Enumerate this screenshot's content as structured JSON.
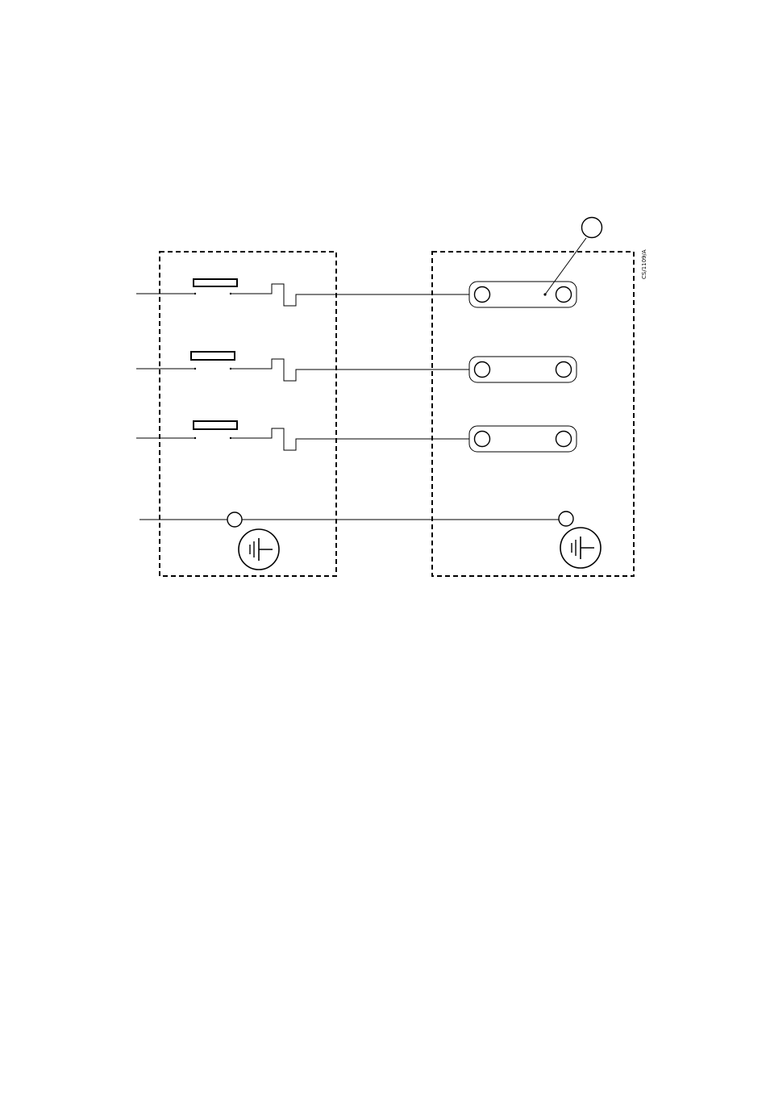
{
  "figure": {
    "reference_code": "CS/1109/A"
  },
  "colors": {
    "stroke": "#000000",
    "background": "#ffffff"
  },
  "diagram": {
    "left_unit": {
      "fuse_count": 3,
      "has_earth_terminal": true,
      "border": "dashed"
    },
    "right_unit": {
      "terminal_block_count": 3,
      "terminals_per_block": 2,
      "has_earth_terminal": true,
      "border": "dashed",
      "callout_count": 1
    },
    "connections": 4
  }
}
